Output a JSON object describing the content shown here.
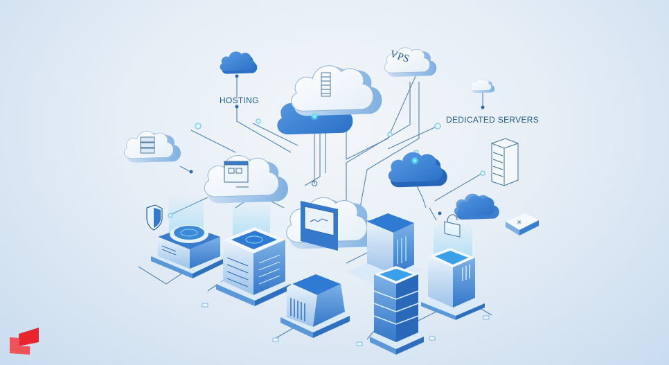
{
  "illustration": {
    "title": "Cloud hosting infrastructure isometric illustration",
    "labels": {
      "hosting": "HOSTING",
      "vps": "VPS",
      "dedicated": "DEDICATED SERVERS"
    },
    "clouds": [
      {
        "name": "hosting-cloud",
        "style": "solid-blue"
      },
      {
        "name": "central-cloud",
        "style": "white-over-blue",
        "icon": "server-rack-icon"
      },
      {
        "name": "vps-cloud",
        "style": "white",
        "text": "VPS"
      },
      {
        "name": "small-cloud-top-right",
        "style": "white"
      },
      {
        "name": "left-cloud",
        "style": "white",
        "icon": "database-icon"
      },
      {
        "name": "browser-cloud",
        "style": "white",
        "icon": "browser-window-icon"
      },
      {
        "name": "monitor-cloud",
        "style": "white",
        "icon": "monitor-icon"
      },
      {
        "name": "blue-cloud-right",
        "style": "solid-blue"
      },
      {
        "name": "small-blue-cloud-right",
        "style": "solid-blue"
      }
    ],
    "icons": [
      "shield-icon",
      "padlock-icon",
      "server-rack-outline-icon",
      "key-icon"
    ],
    "servers": [
      {
        "name": "server-round-top"
      },
      {
        "name": "server-tall-left"
      },
      {
        "name": "server-angled"
      },
      {
        "name": "server-gpu"
      },
      {
        "name": "server-stack-center"
      },
      {
        "name": "server-right"
      }
    ],
    "colors": {
      "primary": "#3b82d4",
      "deep": "#2563b8",
      "light": "#d8e7f6",
      "line": "#4a7fae",
      "glow": "#5de0f0",
      "text": "#1f5a8c",
      "logo_red": "#e8242f"
    }
  },
  "watermark": {
    "name": "brand-logo",
    "color": "#e8242f"
  }
}
